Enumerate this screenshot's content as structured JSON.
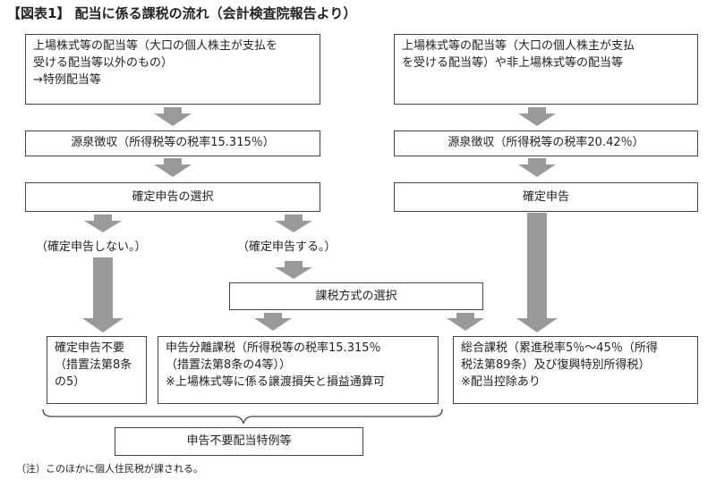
{
  "title": "【図表1】 配当に係る課税の流れ（会計検査院報告より）",
  "left_column": {
    "source_line1": "上場株式等の配当等（大口の個人株主が支払を",
    "source_line2": "受ける配当等以外のもの）",
    "source_line3": "→特例配当等",
    "withholding": "源泉徴収（所得税等の税率15.315％）",
    "filing_choice": "確定申告の選択",
    "no_filing": "（確定申告しない。）",
    "filing": "（確定申告する。）",
    "method_choice": "課税方式の選択",
    "not_required_line1": "確定申告不要",
    "not_required_line2": "（措置法第8条",
    "not_required_line3": "の5）",
    "separate_line1": "申告分離課税（所得税等の税率15.315％",
    "separate_line2": "（措置法第8条の4等））",
    "separate_line3": "※上場株式等に係る譲渡損失と損益通算可",
    "exception": "申告不要配当特例等"
  },
  "right_column": {
    "source_line1": "上場株式等の配当等（大口の個人株主が支払",
    "source_line2": "を受ける配当等）や非上場株式等の配当等",
    "withholding": "源泉徴収（所得税等の税率20.42％）",
    "filing": "確定申告",
    "comprehensive_line1": "総合課税（累進税率5％～45％（所得",
    "comprehensive_line2": "税法第89条）及び復興特別所得税）",
    "comprehensive_line3": "※配当控除あり"
  },
  "footnote": "（注）このほかに個人住民税が課される。",
  "colors": {
    "arrow": "#9a9a9a",
    "border": "#444444",
    "text": "#222222"
  }
}
